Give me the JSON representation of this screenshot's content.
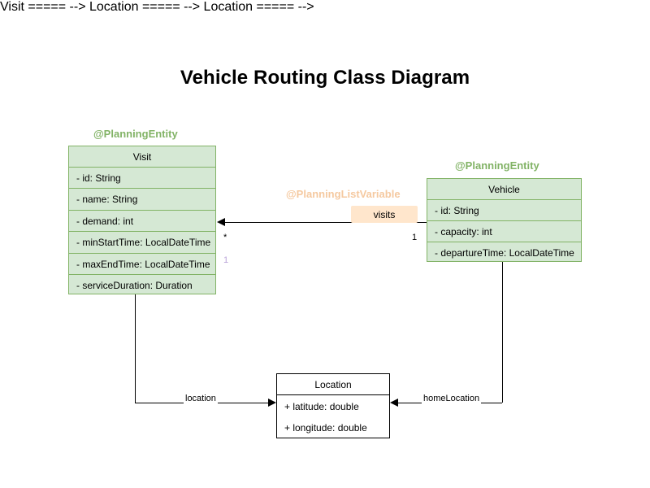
{
  "title": "Vehicle Routing Class Diagram",
  "classes": {
    "visit": {
      "stereotype": "@PlanningEntity",
      "name": "Visit",
      "attributes": [
        "- id: String",
        "- name: String",
        "- demand: int",
        "- minStartTime: LocalDateTime",
        "- maxEndTime: LocalDateTime",
        "- serviceDuration: Duration"
      ]
    },
    "vehicle": {
      "stereotype": "@PlanningEntity",
      "name": "Vehicle",
      "attributes": [
        "- id: String",
        "- capacity: int",
        "- departureTime: LocalDateTime"
      ]
    },
    "location": {
      "name": "Location",
      "attributes": [
        "+ latitude: double",
        "+ longitude: double"
      ]
    }
  },
  "associations": {
    "visits": {
      "stereotype": "@PlanningListVariable",
      "label": "visits",
      "source_multiplicity": "1",
      "target_multiplicity": "*",
      "target_multiplicity_secondary": "1"
    },
    "location": {
      "label": "location"
    },
    "home_location": {
      "label": "homeLocation"
    }
  },
  "colors": {
    "entity_fill": "#d5e8d4",
    "entity_stroke": "#82b366",
    "variable_fill": "#ffe6cc",
    "variable_text": "#f5c9a0",
    "plain_stroke": "#000000",
    "faded_multiplicity": "#b9a3d8"
  }
}
